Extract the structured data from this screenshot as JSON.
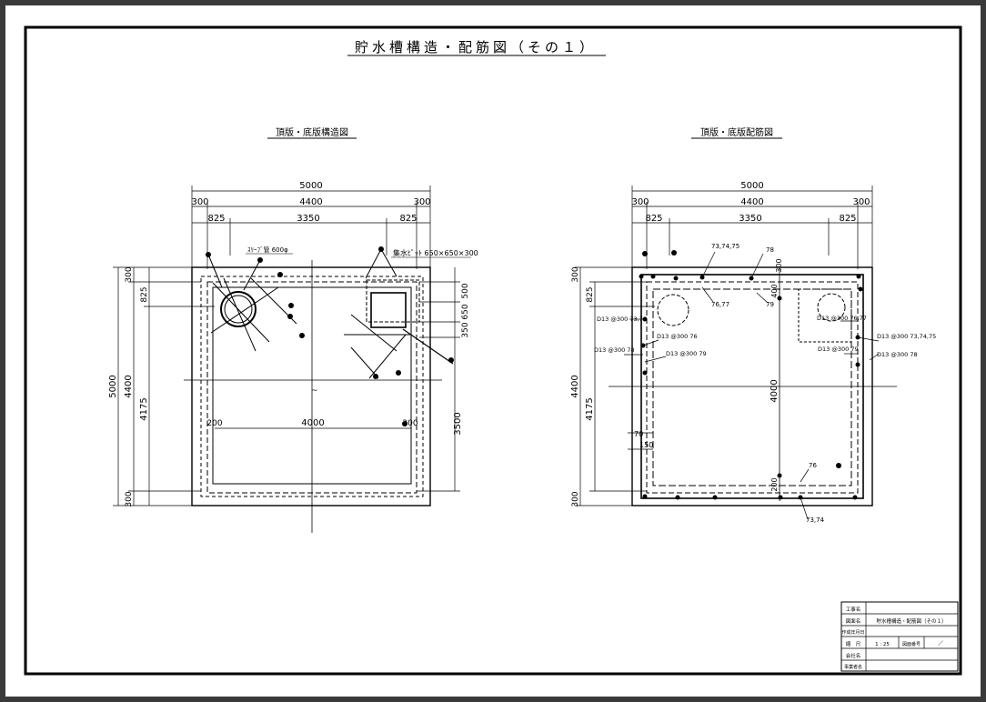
{
  "sheet_title": "貯水槽構造・配筋図（その１）",
  "left_view": {
    "title": "頂版・底版構造図",
    "dims_top": [
      "5000",
      "4400",
      "300",
      "300",
      "825",
      "3350",
      "825"
    ],
    "dims_left": [
      "300",
      "825",
      "4400",
      "5000",
      "4175",
      "300"
    ],
    "dims_right": [
      "500",
      "650",
      "350",
      "3500"
    ],
    "inner_width": "4000",
    "haunch": [
      "200",
      "200"
    ],
    "notes": [
      "ｽﾘｰﾌﾞ管 600φ",
      "集水ﾋﾟｯﾄ 650×650×300"
    ]
  },
  "right_view": {
    "title": "頂版・底版配筋図",
    "dims_top": [
      "5000",
      "4400",
      "300",
      "300",
      "825",
      "3350",
      "825"
    ],
    "dims_left": [
      "300",
      "825",
      "4400",
      "4175",
      "300"
    ],
    "inner_height": "4000",
    "dims_vertical": [
      "300",
      "400",
      "200"
    ],
    "small_dims": [
      "70",
      "150"
    ],
    "bar_labels": [
      "73,74,75",
      "78",
      "76,77",
      "79",
      "D13 @300 73,74",
      "D13 @300 76",
      "D13 @300 78",
      "D13 @300 79",
      "D13 @300 76,77",
      "D13 @300 73,74,75",
      "D13 @300 79",
      "D13 @300 78",
      "76",
      "73,74"
    ]
  },
  "title_block": {
    "rows": [
      {
        "label": "工事名",
        "value": ""
      },
      {
        "label": "図面名",
        "value": "貯水槽構造・配筋図（その１）"
      },
      {
        "label": "作成年月日",
        "value": ""
      },
      {
        "label": "縮　尺",
        "value": "1 : 25",
        "label2": "図面番号",
        "value2": "／"
      },
      {
        "label": "会社名",
        "value": ""
      },
      {
        "label": "事業者名",
        "value": ""
      }
    ]
  },
  "colors": {
    "line": "#000000",
    "background": "#ffffff",
    "frame": "#3a3a3a"
  }
}
